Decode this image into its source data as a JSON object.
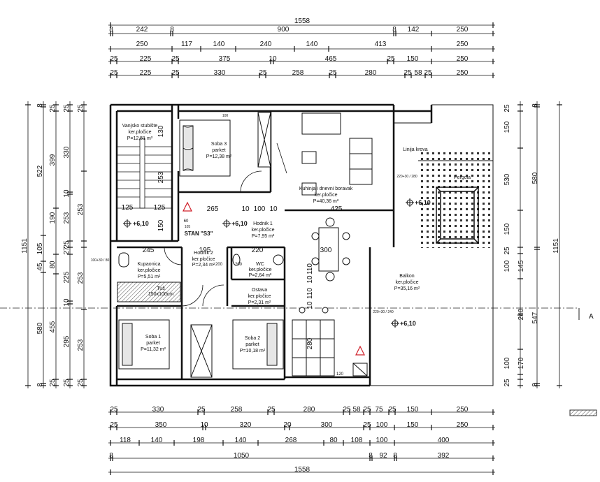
{
  "top_dims": {
    "total": "1558",
    "row1": [
      "8",
      "242",
      "8",
      "900",
      "8",
      "142",
      "250"
    ],
    "row2": [
      "250",
      "117",
      "140",
      "240",
      "140",
      "413",
      "250"
    ],
    "row3": [
      "25",
      "225",
      "25",
      "375",
      "10",
      "465",
      "25",
      "150",
      "250"
    ],
    "row4": [
      "25",
      "225",
      "25",
      "330",
      "25",
      "258",
      "25",
      "280",
      "25",
      "58",
      "25",
      "250"
    ]
  },
  "bottom_dims": {
    "row1": [
      "25",
      "330",
      "25",
      "258",
      "25",
      "280",
      "25",
      "58",
      "25",
      "75",
      "25",
      "150",
      "250"
    ],
    "row2": [
      "25",
      "350",
      "10",
      "320",
      "20",
      "300",
      "25",
      "100",
      "150",
      "250"
    ],
    "row3": [
      "118",
      "140",
      "198",
      "140",
      "268",
      "80",
      "108",
      "100",
      "400"
    ],
    "row4": [
      "8",
      "1050",
      "8",
      "92",
      "8",
      "392"
    ],
    "total": "1558"
  },
  "left_dims": {
    "total": "1151",
    "col1": [
      "8",
      "522",
      "105",
      "45",
      "580",
      "8"
    ],
    "col2": [
      "25",
      "399",
      "190",
      "80",
      "455",
      "25"
    ],
    "col3": [
      "25",
      "330",
      "10",
      "253",
      "25",
      "27",
      "225",
      "10",
      "295",
      "25"
    ],
    "col4": [
      "25",
      "253",
      "253",
      "253",
      "25"
    ]
  },
  "right_dims": {
    "total": "1151",
    "col1": [
      "8",
      "580",
      "547",
      "8"
    ],
    "col2": [
      "25",
      "150",
      "530",
      "150",
      "25",
      "100",
      "145",
      "240",
      "170",
      "100",
      "25"
    ]
  },
  "rooms": {
    "stair": {
      "name": "Vanjsko stubište",
      "floor": "ker.pločice",
      "area": "P=12,51 m²"
    },
    "soba3": {
      "name": "Soba 3",
      "floor": "parket",
      "area": "P=12,38 m²"
    },
    "kitchen": {
      "name": "Kuhinja i dnevni boravak",
      "floor": "ker.pločice",
      "area": "P=40,36 m²"
    },
    "hodnik1": {
      "name": "Hodnik 1",
      "floor": "ker.pločice",
      "area": "P=7,95 m²"
    },
    "hodnik2": {
      "name": "Hodnik 2",
      "floor": "ker.pločice",
      "area": "P=2,34 m²"
    },
    "kupaonica": {
      "name": "Kupaonica",
      "floor": "ker.pločice",
      "area": "P=5,51 m²"
    },
    "wc": {
      "name": "WC",
      "floor": "ker.pločice",
      "area": "P=2,64 m²"
    },
    "ostava": {
      "name": "Ostava",
      "floor": "ker.pločice",
      "area": "P=2,31 m²"
    },
    "soba1": {
      "name": "Soba 1",
      "floor": "parket",
      "area": "P=11,32 m²"
    },
    "soba2": {
      "name": "Soba 2",
      "floor": "parket",
      "area": "P=10,18 m²"
    },
    "balkon": {
      "name": "Balkon",
      "floor": "ker.pločice",
      "area": "P=35,16 m²"
    }
  },
  "labels": {
    "unit": "STAN \"S3\"",
    "tus": "Tuš",
    "tus_size": "150x100cm",
    "roof_line": "Linija krova",
    "pergola": "Pergola",
    "section": "A",
    "level_1": "+6,10",
    "level_2": "+6,10",
    "level_3": "+6,10",
    "level_4": "+6,10"
  },
  "inner_dims": {
    "d125a": "125",
    "d125b": "125",
    "d265": "265",
    "d10": "10",
    "d100": "100",
    "d10b": "10",
    "d425": "425",
    "d245": "245",
    "d195": "195",
    "d220": "220",
    "d300": "300",
    "d130": "130",
    "d150": "150",
    "d253": "253",
    "d280": "280",
    "d110a": "110",
    "d110b": "110",
    "d10c": "10",
    "d10d": "10",
    "d100b": "100",
    "d120": "120",
    "d200a": "200",
    "d200b": "200",
    "d100_80": "100+30 / 80",
    "d220_30": "220+30 / 280",
    "d220_30b": "220+30 / 240",
    "d60": "60",
    "d105": "105"
  },
  "colors": {
    "line": "#1a1a1a",
    "wall": "#111111",
    "accent": "#d0202a",
    "hatch": "#777777"
  }
}
